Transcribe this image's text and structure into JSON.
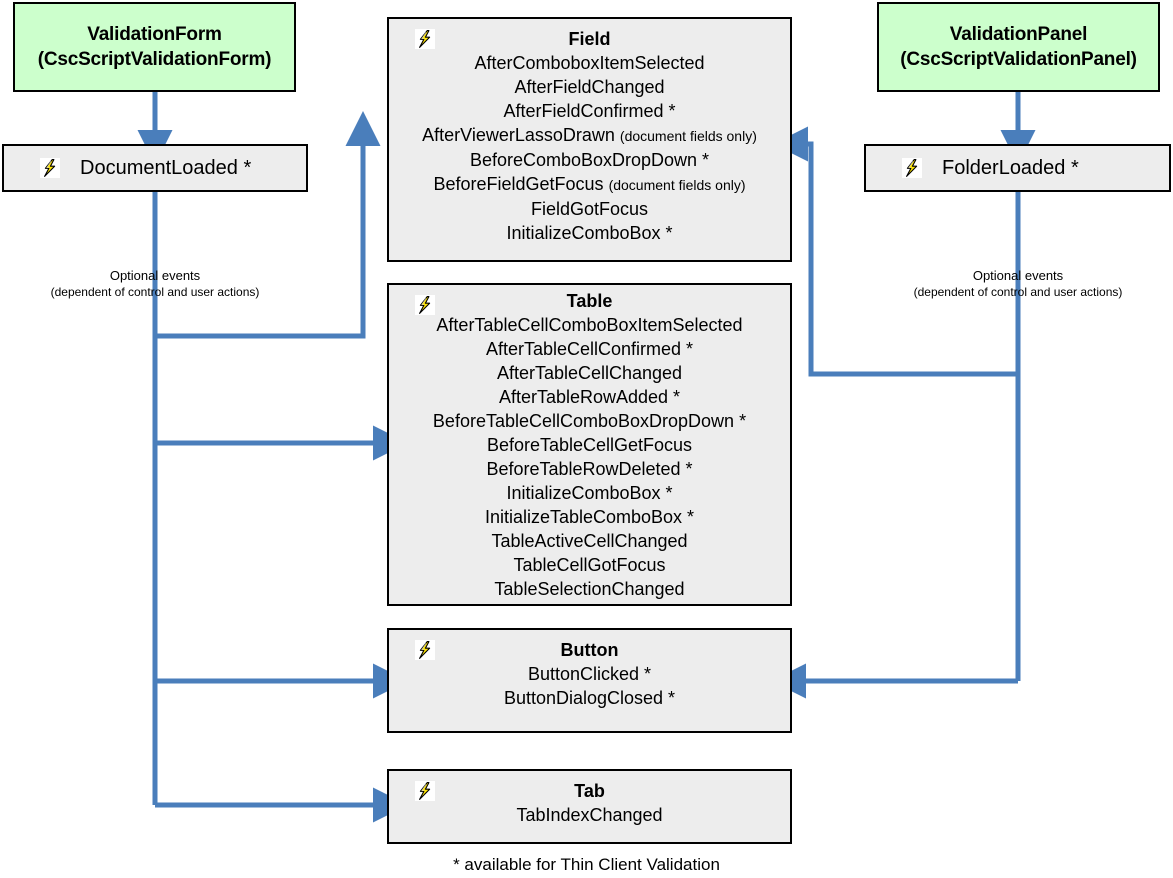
{
  "diagram": {
    "title_nodes": [
      {
        "id": "validation-form",
        "line1": "ValidationForm",
        "line2": "(CscScriptValidationForm)"
      },
      {
        "id": "validation-panel",
        "line1": "ValidationPanel",
        "line2": "(CscScriptValidationPanel)"
      }
    ],
    "entry_events": [
      {
        "id": "document-loaded",
        "label": "DocumentLoaded *",
        "icon": "lightning-bolt-icon"
      },
      {
        "id": "folder-loaded",
        "label": "FolderLoaded *",
        "icon": "lightning-bolt-icon"
      }
    ],
    "annotations": {
      "left": {
        "line1": "Optional events",
        "line2": "(dependent of control and user actions)"
      },
      "right": {
        "line1": "Optional events",
        "line2": "(dependent of control and user actions)"
      }
    },
    "groups": [
      {
        "id": "field",
        "title": "Field",
        "icon": "lightning-bolt-icon",
        "events": [
          {
            "name": "AfterComboboxItemSelected",
            "note": ""
          },
          {
            "name": "AfterFieldChanged",
            "note": ""
          },
          {
            "name": "AfterFieldConfirmed *",
            "note": ""
          },
          {
            "name": "AfterViewerLassoDrawn",
            "note": "(document fields only)"
          },
          {
            "name": "BeforeComboBoxDropDown *",
            "note": ""
          },
          {
            "name": "BeforeFieldGetFocus",
            "note": "(document fields only)"
          },
          {
            "name": "FieldGotFocus",
            "note": ""
          },
          {
            "name": "InitializeComboBox *",
            "note": ""
          }
        ]
      },
      {
        "id": "table",
        "title": "Table",
        "icon": "lightning-bolt-icon",
        "events": [
          {
            "name": "AfterTableCellComboBoxItemSelected",
            "note": ""
          },
          {
            "name": "AfterTableCellConfirmed *",
            "note": ""
          },
          {
            "name": "AfterTableCellChanged",
            "note": ""
          },
          {
            "name": "AfterTableRowAdded *",
            "note": ""
          },
          {
            "name": "BeforeTableCellComboBoxDropDown *",
            "note": ""
          },
          {
            "name": "BeforeTableCellGetFocus",
            "note": ""
          },
          {
            "name": "BeforeTableRowDeleted *",
            "note": ""
          },
          {
            "name": "InitializeComboBox *",
            "note": ""
          },
          {
            "name": "InitializeTableComboBox *",
            "note": ""
          },
          {
            "name": "TableActiveCellChanged",
            "note": ""
          },
          {
            "name": "TableCellGotFocus",
            "note": ""
          },
          {
            "name": "TableSelectionChanged",
            "note": ""
          }
        ]
      },
      {
        "id": "button",
        "title": "Button",
        "icon": "lightning-bolt-icon",
        "events": [
          {
            "name": "ButtonClicked *",
            "note": ""
          },
          {
            "name": "ButtonDialogClosed *",
            "note": ""
          }
        ]
      },
      {
        "id": "tab",
        "title": "Tab",
        "icon": "lightning-bolt-icon",
        "events": [
          {
            "name": "TabIndexChanged",
            "note": ""
          }
        ]
      }
    ],
    "footnote": "* available for Thin Client Validation",
    "colors": {
      "node_green": "#ccffcc",
      "node_grey": "#ededed",
      "border": "#000000",
      "connector": "#4a7ebb",
      "bolt_yellow": "#ffe500"
    }
  }
}
